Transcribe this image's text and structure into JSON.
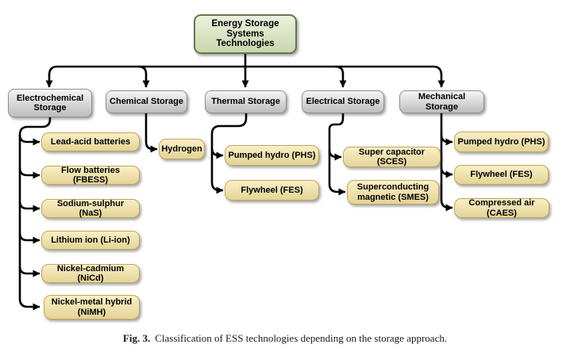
{
  "root": {
    "label": "Energy Storage Systems Technologies"
  },
  "categories": [
    {
      "label": "Electrochemical Storage",
      "children": [
        "Lead-acid batteries",
        "Flow batteries (FBESS)",
        "Sodium-sulphur (NaS)",
        "Lithium ion (Li-ion)",
        "Nickel-cadmium (NiCd)",
        "Nickel-metal hybrid (NiMH)"
      ]
    },
    {
      "label": "Chemical Storage",
      "children": [
        "Hydrogen"
      ]
    },
    {
      "label": "Thermal Storage",
      "children": [
        "Pumped hydro (PHS)",
        "Flywheel (FES)"
      ]
    },
    {
      "label": "Electrical Storage",
      "children": [
        "Super capacitor (SCES)",
        "Superconducting magnetic (SMES)"
      ]
    },
    {
      "label": "Mechanical Storage",
      "children": [
        "Pumped hydro (PHS)",
        "Flywheel (FES)",
        "Compressed air (CAES)"
      ]
    }
  ],
  "caption": {
    "label": "Fig. 3.",
    "text": "Classification of ESS technologies depending on the storage approach."
  },
  "colors": {
    "connector": "#000000",
    "root_fill": "#d6e4ba",
    "root_border": "#68764a",
    "category_fill": "#d9d9d9",
    "category_border": "#8f8f8f",
    "leaf_fill": "#f7e6a4",
    "leaf_border": "#c2a65a"
  }
}
